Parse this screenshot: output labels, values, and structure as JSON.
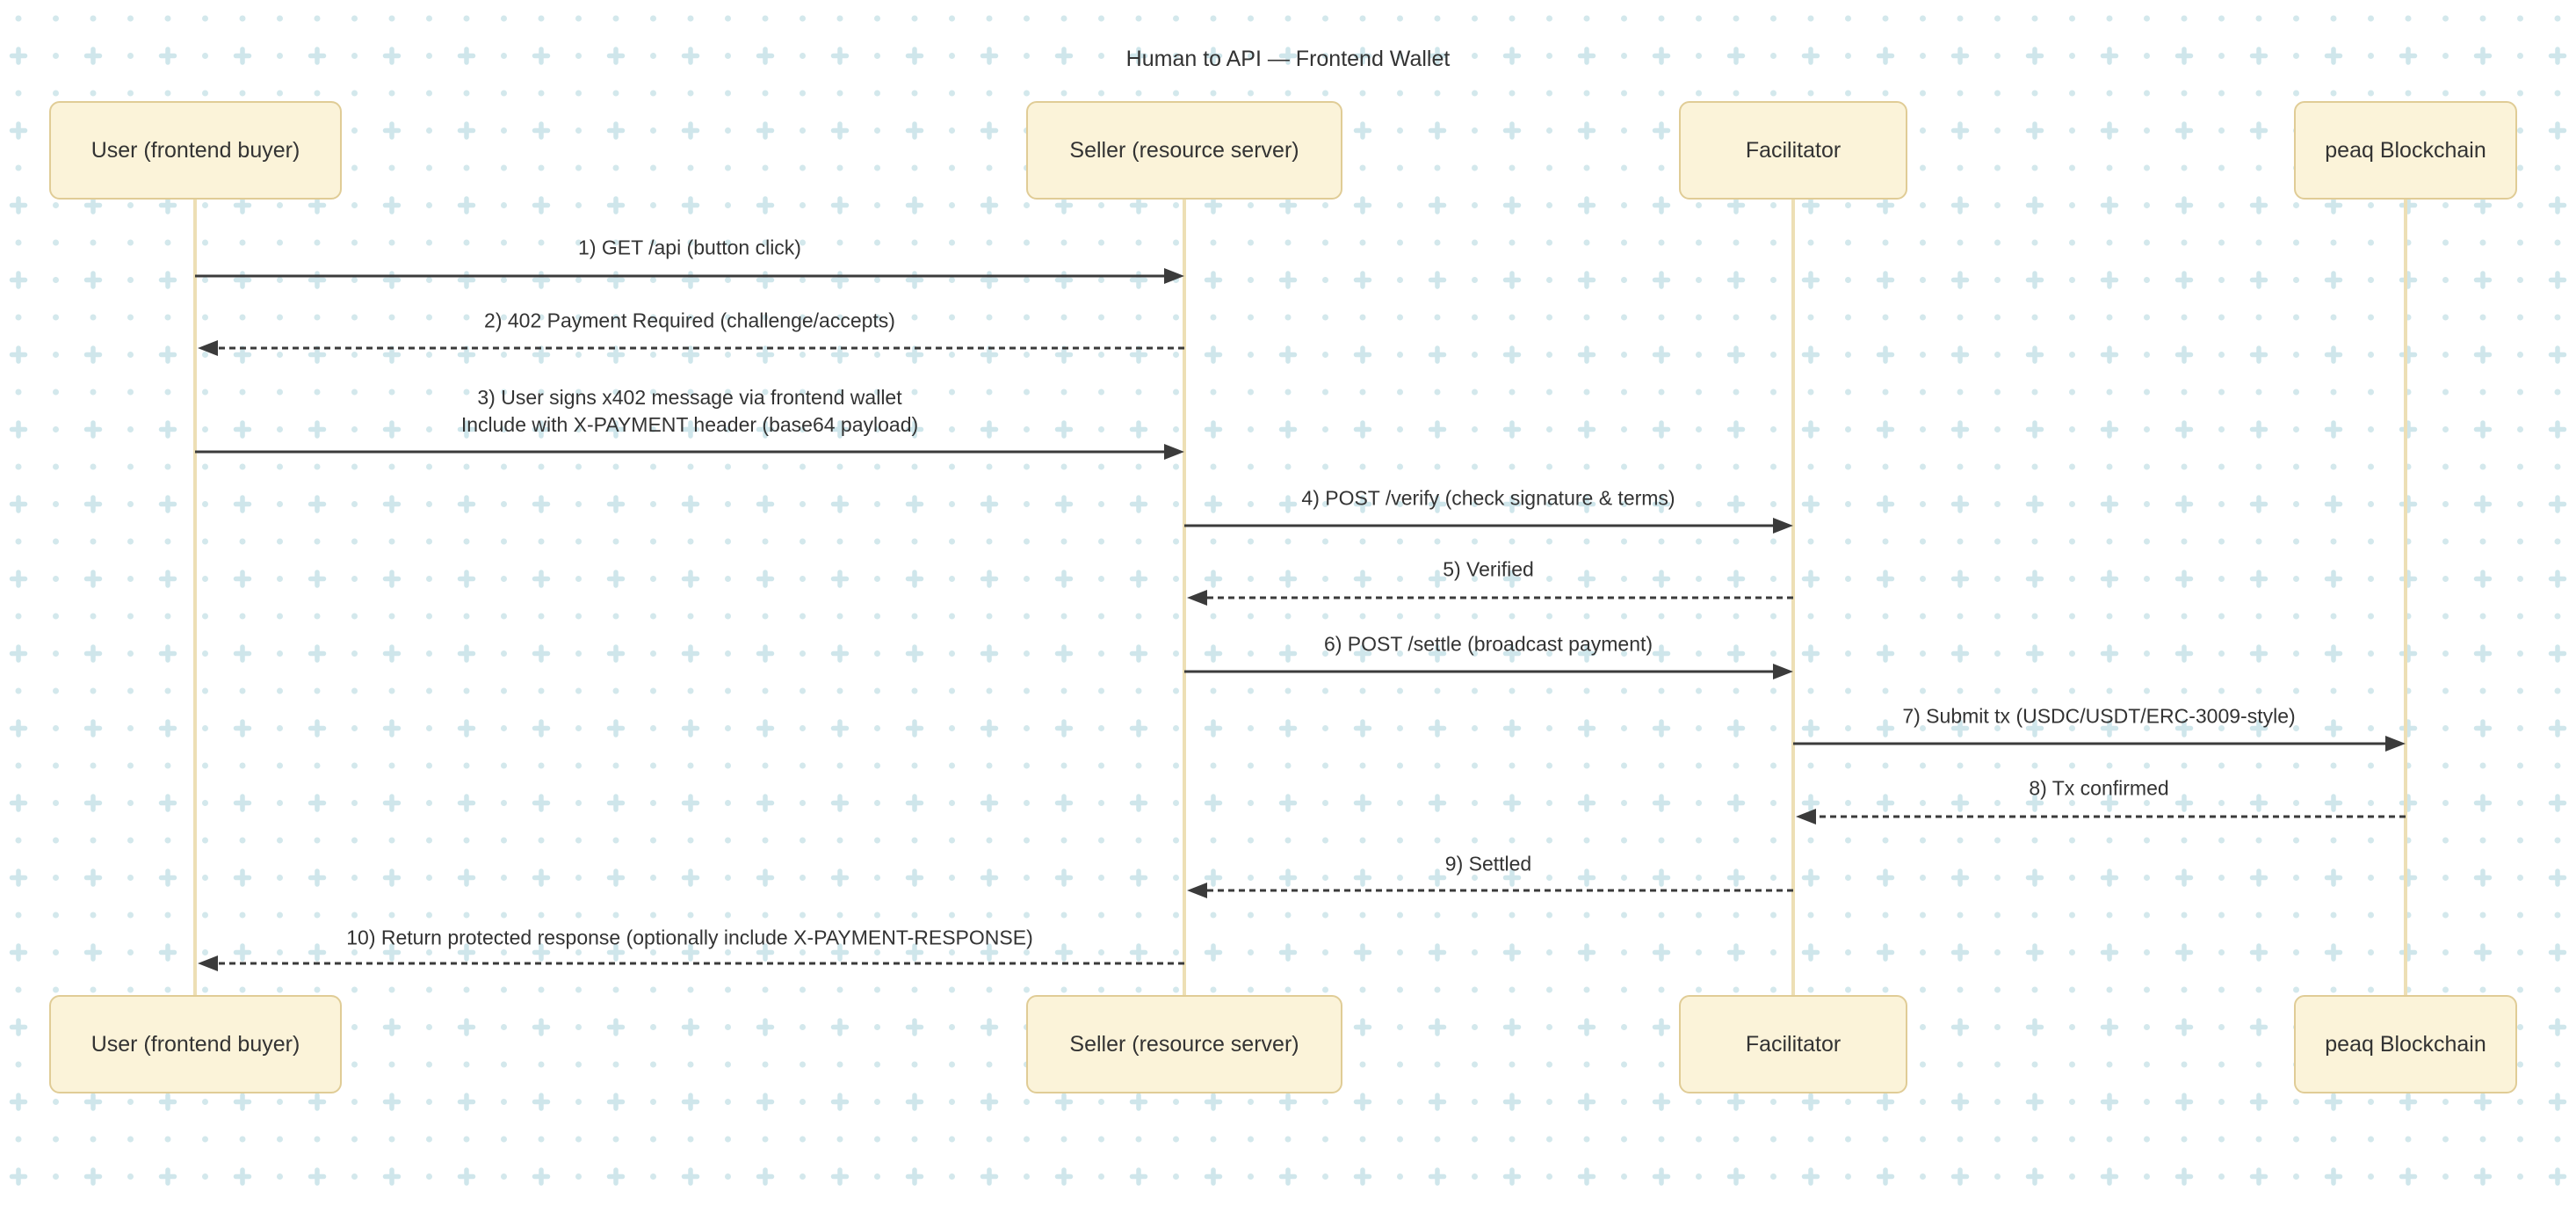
{
  "diagram": {
    "title": "Human to API — Frontend Wallet",
    "participants": [
      {
        "id": "user",
        "label": "User (frontend buyer)"
      },
      {
        "id": "seller",
        "label": "Seller (resource server)"
      },
      {
        "id": "facilitator",
        "label": "Facilitator"
      },
      {
        "id": "peaq",
        "label": "peaq Blockchain"
      }
    ],
    "messages": [
      {
        "from": "User (frontend buyer)",
        "to": "Seller (resource server)",
        "style": "solid",
        "lines": [
          "1) GET /api (button click)"
        ]
      },
      {
        "from": "Seller (resource server)",
        "to": "User (frontend buyer)",
        "style": "dashed",
        "lines": [
          "2) 402 Payment Required (challenge/accepts)"
        ]
      },
      {
        "from": "User (frontend buyer)",
        "to": "Seller (resource server)",
        "style": "solid",
        "lines": [
          "3) User signs x402 message via frontend wallet",
          "Include with X-PAYMENT header (base64 payload)"
        ]
      },
      {
        "from": "Seller (resource server)",
        "to": "Facilitator",
        "style": "solid",
        "lines": [
          "4) POST /verify (check signature & terms)"
        ]
      },
      {
        "from": "Facilitator",
        "to": "Seller (resource server)",
        "style": "dashed",
        "lines": [
          "5) Verified"
        ]
      },
      {
        "from": "Seller (resource server)",
        "to": "Facilitator",
        "style": "solid",
        "lines": [
          "6) POST /settle (broadcast payment)"
        ]
      },
      {
        "from": "Facilitator",
        "to": "peaq Blockchain",
        "style": "solid",
        "lines": [
          "7) Submit tx (USDC/USDT/ERC-3009-style)"
        ]
      },
      {
        "from": "peaq Blockchain",
        "to": "Facilitator",
        "style": "dashed",
        "lines": [
          "8) Tx confirmed"
        ]
      },
      {
        "from": "Facilitator",
        "to": "Seller (resource server)",
        "style": "dashed",
        "lines": [
          "9) Settled"
        ]
      },
      {
        "from": "Seller (resource server)",
        "to": "User (frontend buyer)",
        "style": "dashed",
        "lines": [
          "10) Return protected response (optionally include X-PAYMENT-RESPONSE)"
        ]
      }
    ],
    "colors": {
      "background": "#ffffff",
      "pattern": "#d3e8ec",
      "actor_fill": "#fbf3d9",
      "actor_border": "#e0cc96",
      "lifeline": "#eddfb5",
      "arrow": "#3b3b3b",
      "text": "#333333"
    }
  }
}
